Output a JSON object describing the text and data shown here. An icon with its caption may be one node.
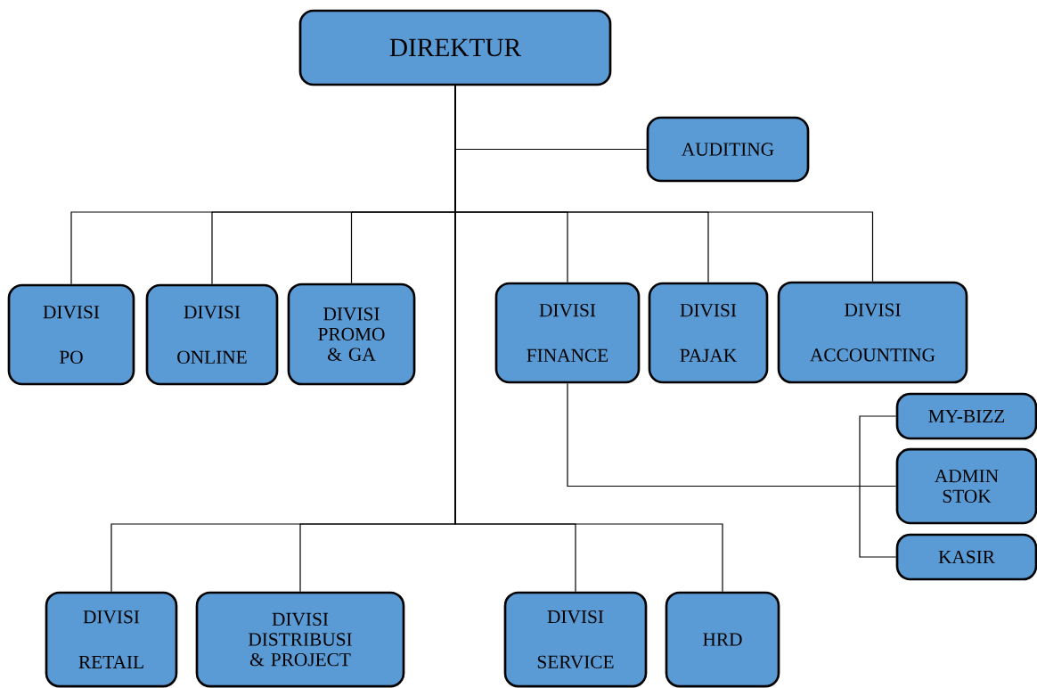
{
  "diagram": {
    "nodes": [
      {
        "text": [
          "DIREKTUR"
        ]
      },
      {
        "text": [
          "AUDITING"
        ]
      },
      {
        "text": [
          "DIVISI",
          "PO"
        ]
      },
      {
        "text": [
          "DIVISI",
          "ONLINE"
        ]
      },
      {
        "text": [
          "DIVISI PROMO & GA"
        ]
      },
      {
        "text": [
          "DIVISI",
          "FINANCE"
        ]
      },
      {
        "text": [
          "DIVISI",
          "PAJAK"
        ]
      },
      {
        "text": [
          "DIVISI",
          "ACCOUNTING"
        ]
      },
      {
        "text": [
          "MY-BIZZ"
        ]
      },
      {
        "text": [
          "ADMIN STOK"
        ]
      },
      {
        "text": [
          "KASIR"
        ]
      },
      {
        "text": [
          "DIVISI",
          "RETAIL"
        ]
      },
      {
        "text": [
          "DIVISI DISTRIBUSI & PROJECT"
        ]
      },
      {
        "text": [
          "DIVISI",
          "SERVICE"
        ]
      },
      {
        "text": [
          "HRD"
        ]
      }
    ],
    "edges": [
      {
        "from": 0,
        "to": 1,
        "arrow": "none"
      },
      {
        "from": 0,
        "to": 2,
        "arrow": "none"
      },
      {
        "from": 0,
        "to": 3,
        "arrow": "none"
      },
      {
        "from": 0,
        "to": 4,
        "arrow": "none"
      },
      {
        "from": 0,
        "to": 5,
        "arrow": "none"
      },
      {
        "from": 0,
        "to": 6,
        "arrow": "none"
      },
      {
        "from": 0,
        "to": 7,
        "arrow": "none"
      },
      {
        "from": 5,
        "to": 8,
        "arrow": "none"
      },
      {
        "from": 5,
        "to": 9,
        "arrow": "none"
      },
      {
        "from": 5,
        "to": 10,
        "arrow": "none"
      },
      {
        "from": 0,
        "to": 11,
        "arrow": "none"
      },
      {
        "from": 0,
        "to": 12,
        "arrow": "none"
      },
      {
        "from": 0,
        "to": 13,
        "arrow": "none"
      },
      {
        "from": 0,
        "to": 14,
        "arrow": "none"
      }
    ]
  }
}
